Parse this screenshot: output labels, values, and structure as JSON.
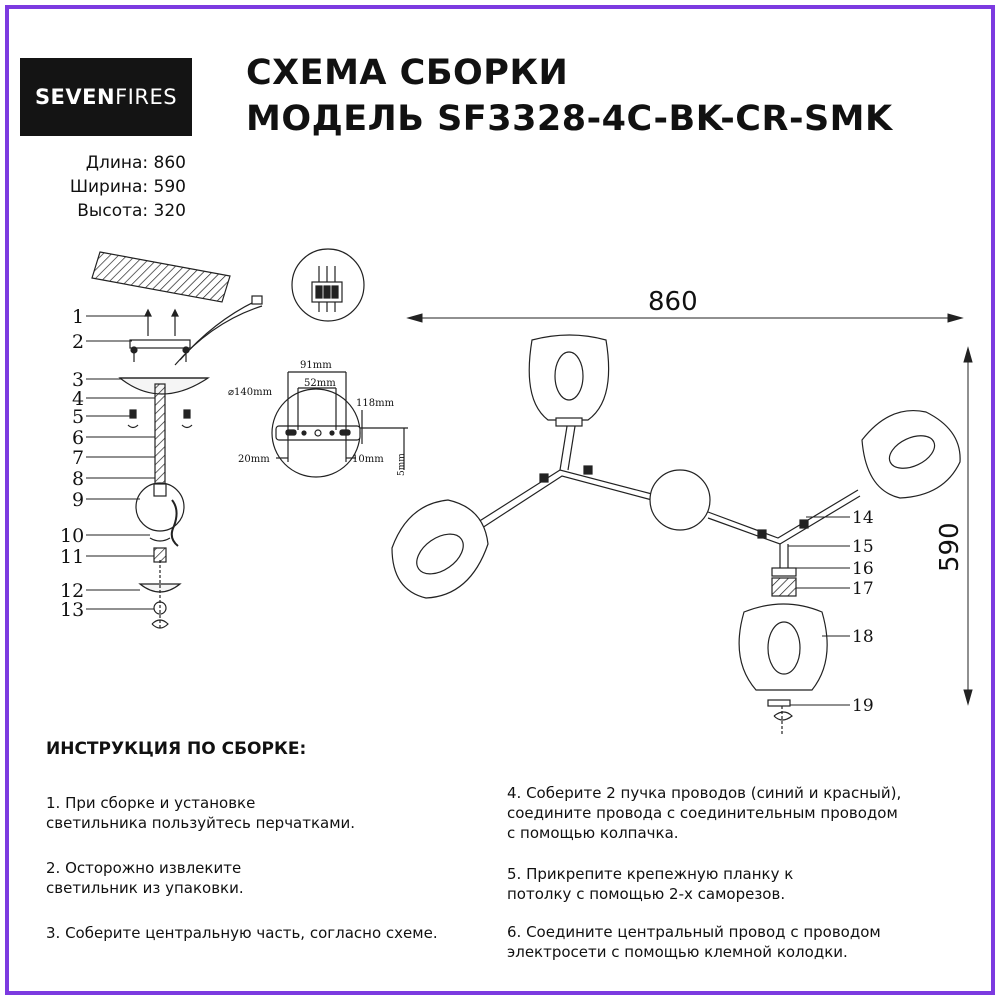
{
  "brand": {
    "logo_bold": "SEVEN",
    "logo_light": "FIRES"
  },
  "title": {
    "line1": "СХЕМА СБОРКИ",
    "line2": "МОДЕЛЬ SF3328-4C-BK-CR-SMK"
  },
  "dimensions": {
    "length": "Длина: 860",
    "width": "Ширина: 590",
    "height": "Высота: 320"
  },
  "drawing": {
    "overall_length": "860",
    "overall_width": "590",
    "part_numbers_left": [
      "1",
      "2",
      "3",
      "4",
      "5",
      "6",
      "7",
      "8",
      "9",
      "10",
      "11",
      "12",
      "13"
    ],
    "part_numbers_right": [
      "14",
      "15",
      "16",
      "17",
      "18",
      "19"
    ],
    "plate_dims": {
      "d140": "⌀140mm",
      "d91": "91mm",
      "d52": "52mm",
      "d118": "118mm",
      "d20": "20mm",
      "d10": "10mm",
      "d5": "5mm"
    }
  },
  "instructions": {
    "heading": "ИНСТРУКЦИЯ ПО СБОРКЕ:",
    "steps": [
      "1. При сборке и установке\nсветильника пользуйтесь перчатками.",
      "2. Осторожно извлеките\nсветильник из упаковки.",
      "3. Соберите центральную часть, согласно схеме.",
      "4. Соберите 2 пучка проводов (синий и красный),\nсоедините провода с соединительным проводом\nс помощью колпачка.",
      "5. Прикрепите крепежную планку к\nпотолку с помощью 2-х саморезов.",
      "6. Соедините центральный провод с проводом\nэлектросети с помощью клемной колодки."
    ]
  }
}
